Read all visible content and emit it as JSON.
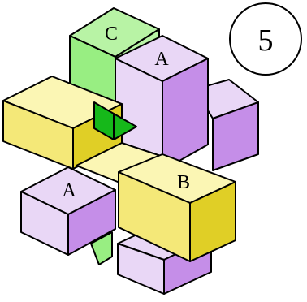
{
  "figure": {
    "step_number": "5",
    "labels": {
      "green_piece": "C",
      "top_purple_piece": "A",
      "lower_purple_piece": "A",
      "yellow_piece": "B"
    }
  },
  "colors": {
    "outline": "#000000",
    "purple_light": "#e9d7f6",
    "purple_mid": "#d4aef0",
    "purple_dark": "#c58ee8",
    "yellow_light": "#fbf6b4",
    "yellow_mid": "#f4e878",
    "yellow_dark": "#e0cf26",
    "green_light": "#b8f3a5",
    "green_mid": "#98ee82",
    "green_dark": "#16b81a"
  }
}
